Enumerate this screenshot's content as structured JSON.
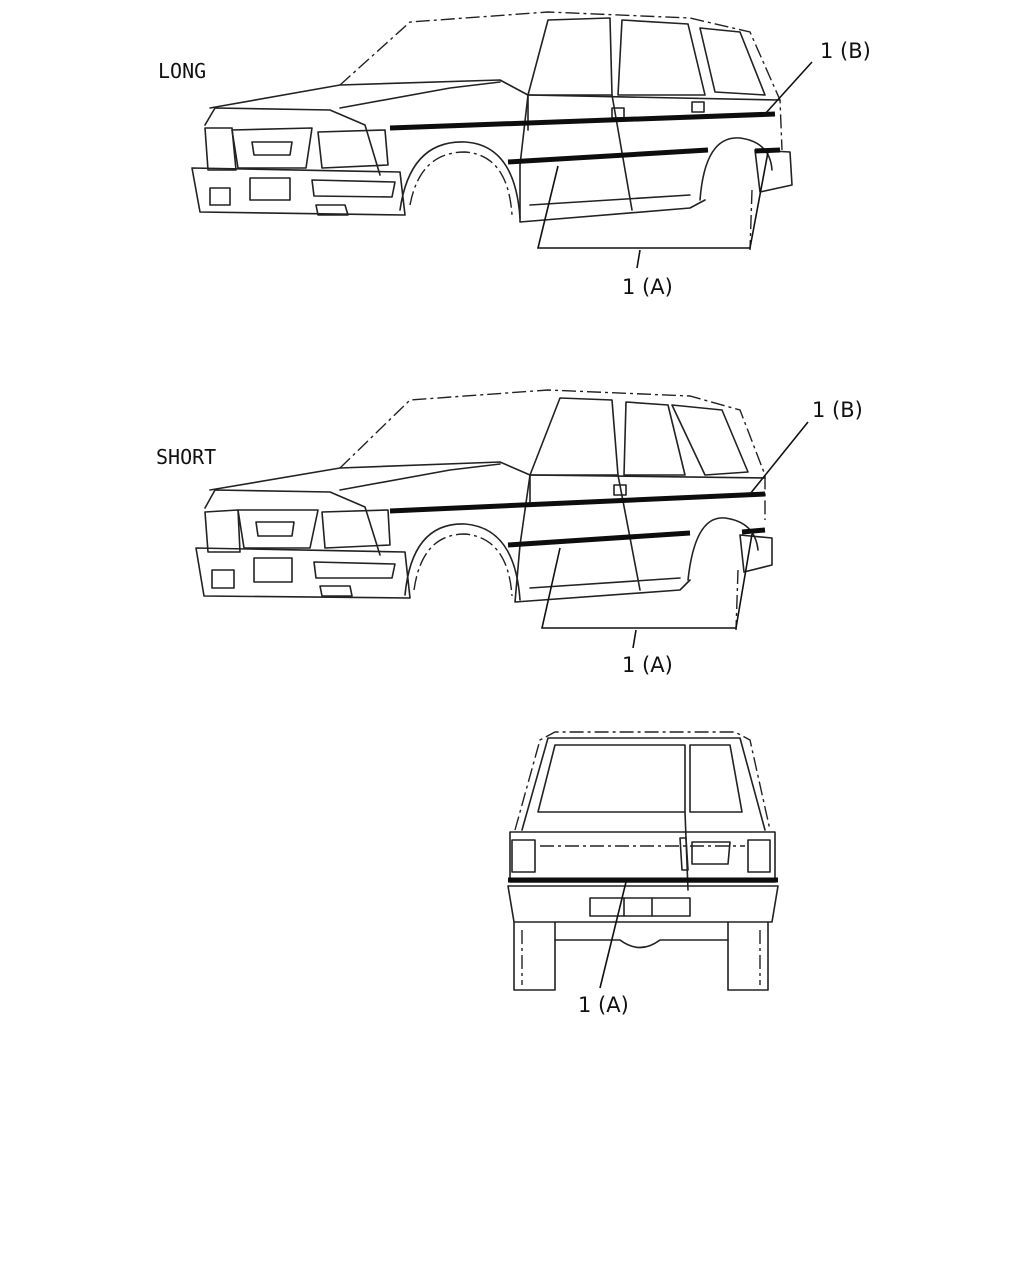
{
  "views": {
    "long": {
      "label": "LONG",
      "callout_b": "1 (B)",
      "callout_a": "1 (A)"
    },
    "short": {
      "label": "SHORT",
      "callout_b": "1 (B)",
      "callout_a": "1 (A)"
    },
    "rear": {
      "callout_a": "1 (A)"
    }
  },
  "colors": {
    "line": "#222222",
    "molding": "#0d0d0d",
    "background": "#ffffff"
  }
}
